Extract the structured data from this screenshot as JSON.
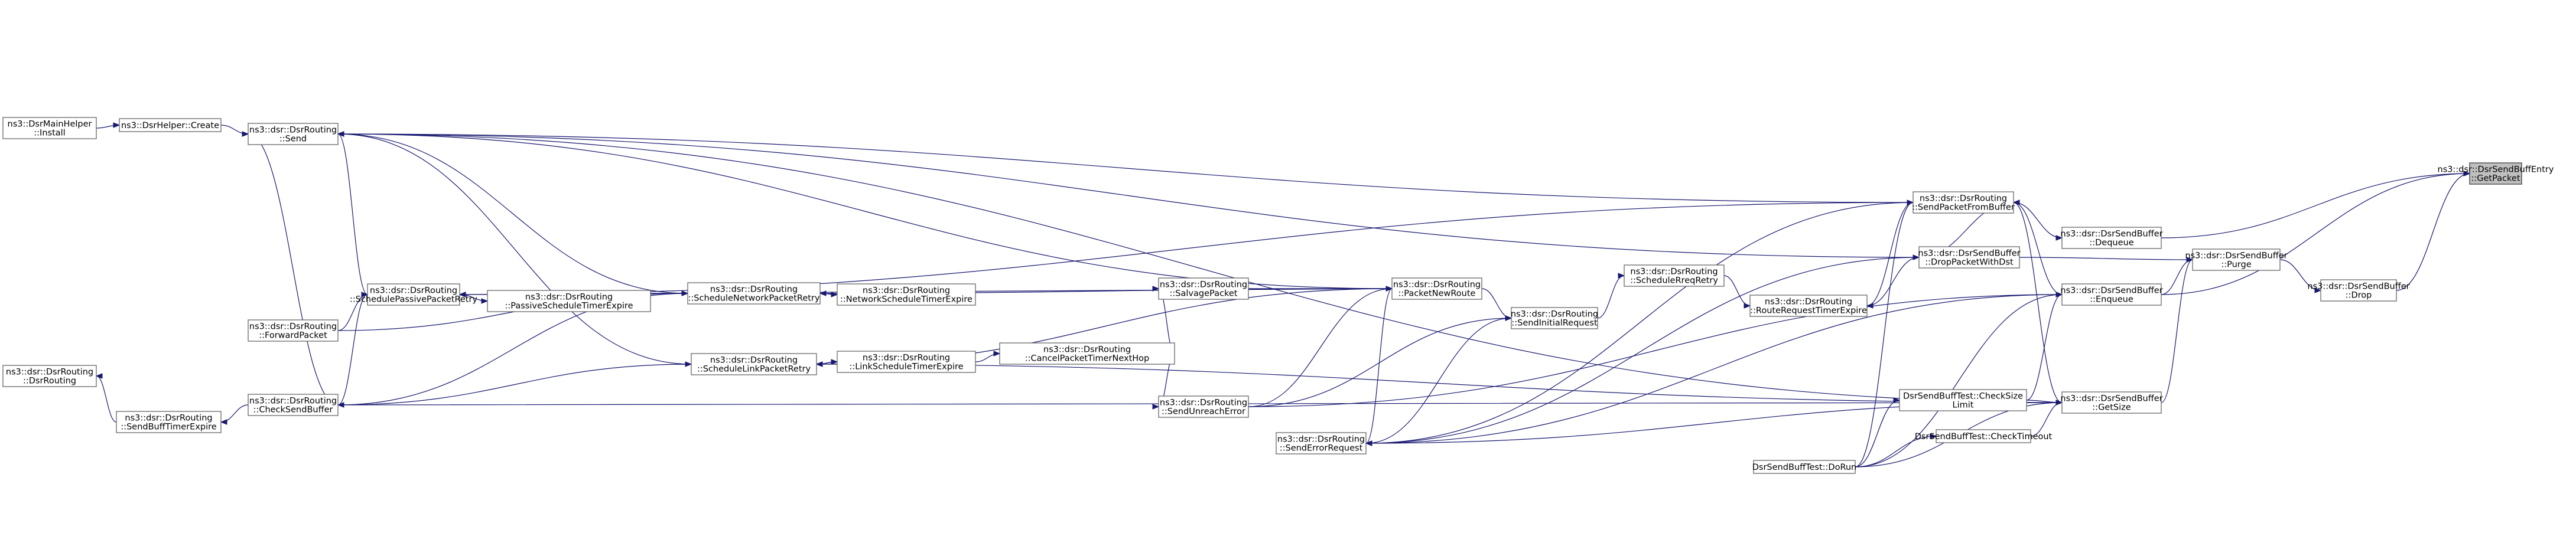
{
  "nodes": [
    {
      "id": "getpacket",
      "lines": [
        "ns3::dsr::DsrSendBuffEntry",
        "::GetPacket"
      ],
      "highlighted": true
    },
    {
      "id": "dequeue",
      "lines": [
        "ns3::dsr::DsrSendBuffer",
        "::Dequeue"
      ]
    },
    {
      "id": "drop",
      "lines": [
        "ns3::dsr::DsrSendBuffer",
        "::Drop"
      ]
    },
    {
      "id": "purge",
      "lines": [
        "ns3::dsr::DsrSendBuffer",
        "::Purge"
      ]
    },
    {
      "id": "dropwd",
      "lines": [
        "ns3::dsr::DsrSendBuffer",
        "::DropPacketWithDst"
      ]
    },
    {
      "id": "enqueue",
      "lines": [
        "ns3::dsr::DsrSendBuffer",
        "::Enqueue"
      ]
    },
    {
      "id": "getsize",
      "lines": [
        "ns3::dsr::DsrSendBuffer",
        "::GetSize"
      ]
    },
    {
      "id": "checksize",
      "lines": [
        "DsrSendBuffTest::CheckSize",
        "Limit"
      ]
    },
    {
      "id": "checktimeout",
      "lines": [
        "DsrSendBuffTest::CheckTimeout"
      ]
    },
    {
      "id": "dorun",
      "lines": [
        "DsrSendBuffTest::DoRun"
      ]
    },
    {
      "id": "sendpfb",
      "lines": [
        "ns3::dsr::DsrRouting",
        "::SendPacketFromBuffer"
      ]
    },
    {
      "id": "rreqte",
      "lines": [
        "ns3::dsr::DsrRouting",
        "::RouteRequestTimerExpire"
      ]
    },
    {
      "id": "schedrreq",
      "lines": [
        "ns3::dsr::DsrRouting",
        "::ScheduleRreqRetry"
      ]
    },
    {
      "id": "sendinit",
      "lines": [
        "ns3::dsr::DsrRouting",
        "::SendInitialRequest"
      ]
    },
    {
      "id": "pktnewroute",
      "lines": [
        "ns3::dsr::DsrRouting",
        "::PacketNewRoute"
      ]
    },
    {
      "id": "salvage",
      "lines": [
        "ns3::dsr::DsrRouting",
        "::SalvagePacket"
      ]
    },
    {
      "id": "cancelnh",
      "lines": [
        "ns3::dsr::DsrRouting",
        "::CancelPacketTimerNextHop"
      ]
    },
    {
      "id": "sendunreach",
      "lines": [
        "ns3::dsr::DsrRouting",
        "::SendUnreachError"
      ]
    },
    {
      "id": "senderr",
      "lines": [
        "ns3::dsr::DsrRouting",
        "::SendErrorRequest"
      ]
    },
    {
      "id": "netste",
      "lines": [
        "ns3::dsr::DsrRouting",
        "::NetworkScheduleTimerExpire"
      ]
    },
    {
      "id": "linkste",
      "lines": [
        "ns3::dsr::DsrRouting",
        "::LinkScheduleTimerExpire"
      ]
    },
    {
      "id": "schednet",
      "lines": [
        "ns3::dsr::DsrRouting",
        "::ScheduleNetworkPacketRetry"
      ]
    },
    {
      "id": "schedlink",
      "lines": [
        "ns3::dsr::DsrRouting",
        "::ScheduleLinkPacketRetry"
      ]
    },
    {
      "id": "passte",
      "lines": [
        "ns3::dsr::DsrRouting",
        "::PassiveScheduleTimerExpire"
      ]
    },
    {
      "id": "schedpass",
      "lines": [
        "ns3::dsr::DsrRouting",
        "::SchedulePassivePacketRetry"
      ]
    },
    {
      "id": "fwd",
      "lines": [
        "ns3::dsr::DsrRouting",
        "::ForwardPacket"
      ]
    },
    {
      "id": "checksb",
      "lines": [
        "ns3::dsr::DsrRouting",
        "::CheckSendBuffer"
      ]
    },
    {
      "id": "sbte",
      "lines": [
        "ns3::dsr::DsrRouting",
        "::SendBuffTimerExpire"
      ]
    },
    {
      "id": "dsrrouting",
      "lines": [
        "ns3::dsr::DsrRouting",
        "::DsrRouting"
      ]
    },
    {
      "id": "send",
      "lines": [
        "ns3::dsr::DsrRouting",
        "::Send"
      ]
    },
    {
      "id": "create",
      "lines": [
        "ns3::DsrHelper::Create"
      ]
    },
    {
      "id": "install",
      "lines": [
        "ns3::DsrMainHelper",
        "::Install"
      ]
    }
  ]
}
